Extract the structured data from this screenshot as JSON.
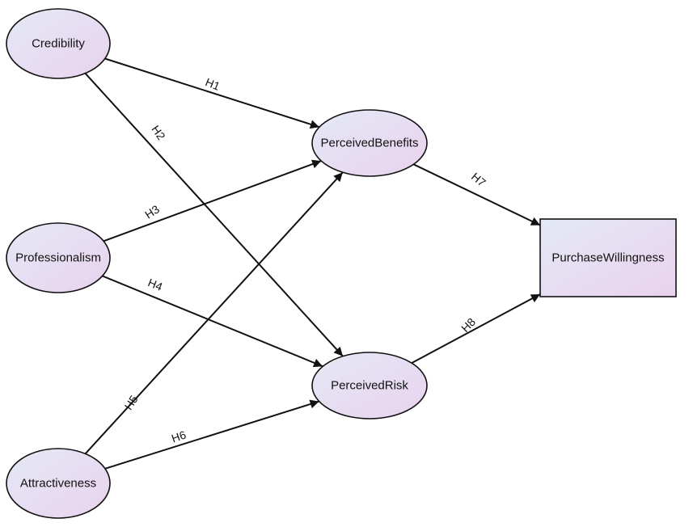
{
  "nodes": [
    {
      "id": "credibility",
      "label": "Credibility",
      "shape": "ellipse"
    },
    {
      "id": "professionalism",
      "label": "Professionalism",
      "shape": "ellipse"
    },
    {
      "id": "attractiveness",
      "label": "Attractiveness",
      "shape": "ellipse"
    },
    {
      "id": "perceived-benefits",
      "label": "PerceivedBenefits",
      "shape": "ellipse"
    },
    {
      "id": "perceived-risk",
      "label": "PerceivedRisk",
      "shape": "ellipse"
    },
    {
      "id": "purchase-willingness",
      "label": "PurchaseWillingness",
      "shape": "rectangle"
    }
  ],
  "edges": [
    {
      "from": "credibility",
      "to": "perceived-benefits",
      "label": "H1"
    },
    {
      "from": "credibility",
      "to": "perceived-risk",
      "label": "H2"
    },
    {
      "from": "professionalism",
      "to": "perceived-benefits",
      "label": "H3"
    },
    {
      "from": "professionalism",
      "to": "perceived-risk",
      "label": "H4"
    },
    {
      "from": "attractiveness",
      "to": "perceived-benefits",
      "label": "H5"
    },
    {
      "from": "attractiveness",
      "to": "perceived-risk",
      "label": "H6"
    },
    {
      "from": "perceived-benefits",
      "to": "purchase-willingness",
      "label": "H7"
    },
    {
      "from": "perceived-risk",
      "to": "purchase-willingness",
      "label": "H8"
    }
  ],
  "colors": {
    "node_fill_start": "#e4e9f5",
    "node_fill_end": "#e9d2ee",
    "stroke": "#111111",
    "background": "#ffffff"
  }
}
